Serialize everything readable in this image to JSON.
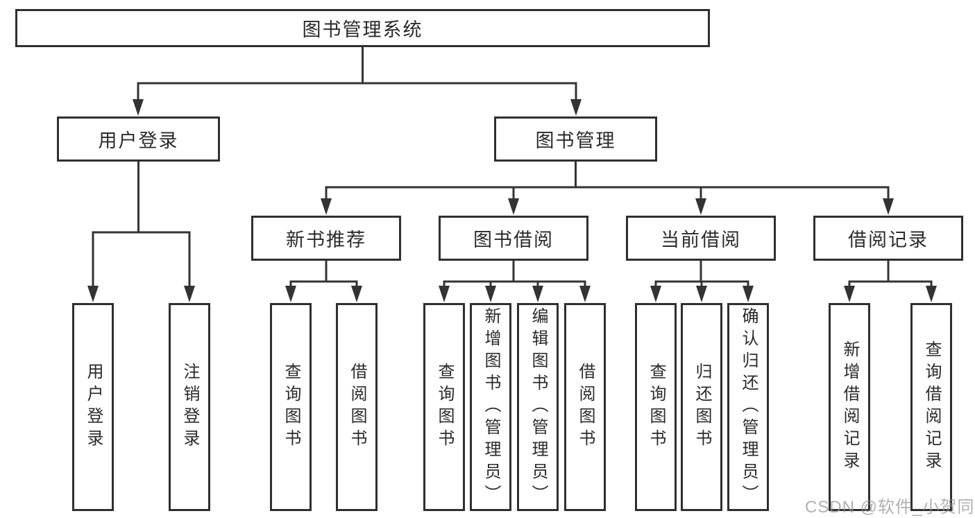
{
  "diagram": {
    "root": "图书管理系统",
    "branches": [
      {
        "label": "用户登录",
        "children": [
          "用户登录",
          "注销登录"
        ]
      },
      {
        "label": "图书管理",
        "sections": [
          {
            "label": "新书推荐",
            "children": [
              "查询图书",
              "借阅图书"
            ]
          },
          {
            "label": "图书借阅",
            "children": [
              "查询图书",
              "新增图书（管理员）",
              "编辑图书（管理员）",
              "借阅图书"
            ]
          },
          {
            "label": "当前借阅",
            "children": [
              "查询图书",
              "归还图书",
              "确认归还（管理员）"
            ]
          },
          {
            "label": "借阅记录",
            "children": [
              "新增借阅记录",
              "查询借阅记录"
            ]
          }
        ]
      }
    ],
    "line_color": "#333333",
    "text_color": "#2a2a2a"
  },
  "watermark": {
    "text": "CSDN @软件_小贺同学"
  }
}
